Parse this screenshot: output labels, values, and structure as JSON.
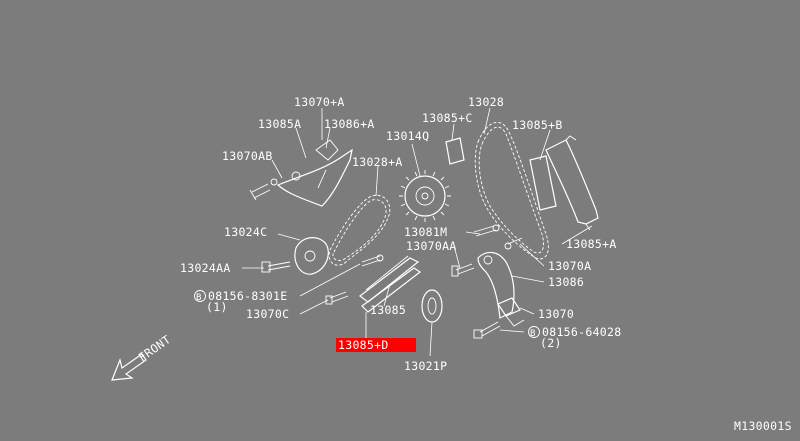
{
  "figure_id": "M130001S",
  "front_label": "FRONT",
  "highlight_color": "#ff0000",
  "background_color": "#7c7c7c",
  "labels": {
    "p13070a": "13070+A",
    "p13085a": "13085A",
    "p13086a": "13086+A",
    "p13070ab": "13070AB",
    "p13028": "13028",
    "p13085c": "13085+C",
    "p13085b": "13085+B",
    "p13014q": "13014Q",
    "p13028a": "13028+A",
    "p13024c": "13024C",
    "p13024aa": "13024AA",
    "p08156_8301e": "08156-8301E",
    "p08156_8301e_qty": "(1)",
    "p13070c": "13070C",
    "p13081m": "13081M",
    "p13070aa": "13070AA",
    "p13085ap": "13085+A",
    "p13070a2": "13070A",
    "p13086": "13086",
    "p13085": "13085",
    "p13070": "13070",
    "p08156_64028": "08156-64028",
    "p08156_64028_qty": "(2)",
    "p13085d": "13085+D",
    "p13021p": "13021P"
  },
  "bolt_marker": "B"
}
